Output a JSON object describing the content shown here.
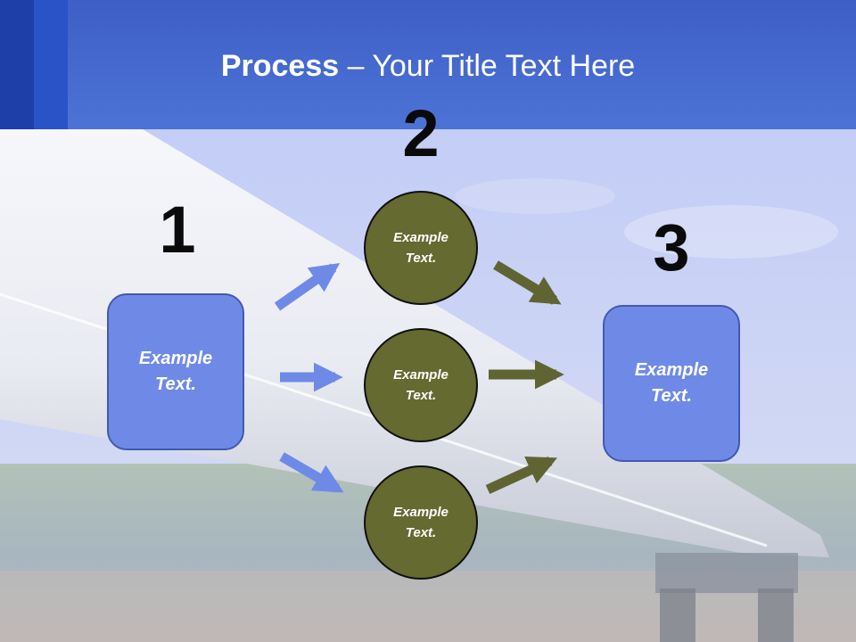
{
  "slide": {
    "title_bold": "Process",
    "title_rest": " – Your Title Text Here"
  },
  "steps": [
    {
      "number": "1",
      "boxes": [
        "Example Text."
      ]
    },
    {
      "number": "2",
      "circles": [
        "Example Text.",
        "Example Text.",
        "Example Text."
      ]
    },
    {
      "number": "3",
      "boxes": [
        "Example Text."
      ]
    }
  ],
  "colors": {
    "title_bar": "#4d73d6",
    "box_fill": "#6f8ae6",
    "box_border": "#4259b0",
    "circle_fill": "#646a30",
    "blue_arrow": "#6f8ae6",
    "olive_arrow": "#5f6432"
  }
}
